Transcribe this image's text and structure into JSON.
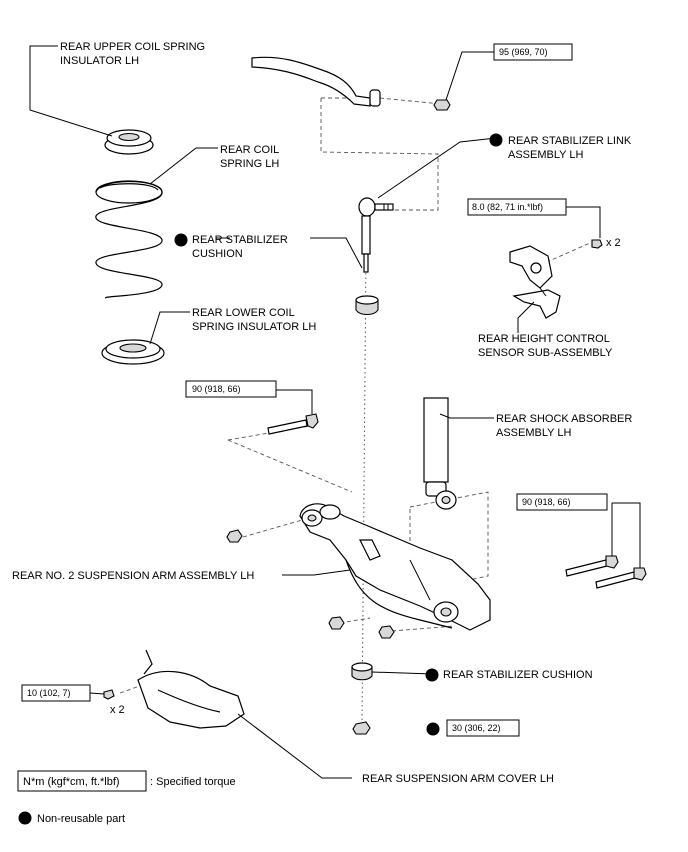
{
  "labels": {
    "upper_insulator_1": "REAR UPPER COIL SPRING",
    "upper_insulator_2": "INSULATOR LH",
    "coil_spring_1": "REAR COIL",
    "coil_spring_2": "SPRING LH",
    "stab_cushion_upper_1": "REAR STABILIZER",
    "stab_cushion_upper_2": "CUSHION",
    "lower_insulator_1": "REAR LOWER COIL",
    "lower_insulator_2": "SPRING INSULATOR LH",
    "stab_link_1": "REAR STABILIZER LINK",
    "stab_link_2": "ASSEMBLY LH",
    "height_sensor_1": "REAR HEIGHT CONTROL",
    "height_sensor_2": "SENSOR SUB-ASSEMBLY",
    "shock_1": "REAR SHOCK ABSORBER",
    "shock_2": "ASSEMBLY LH",
    "arm_assembly": "REAR NO. 2 SUSPENSION ARM ASSEMBLY LH",
    "stab_cushion_lower": "REAR STABILIZER CUSHION",
    "arm_cover": "REAR SUSPENSION ARM COVER LH"
  },
  "torques": {
    "stab_link_nut": "95 (969, 70)",
    "sensor_bolt": "8.0 (82, 71 in.*lbf)",
    "upper_bolt": "90 (918, 66)",
    "shock_bolts": "90 (918, 66)",
    "cover_bolt": "10 (102, 7)",
    "lower_nut": "30 (306, 22)"
  },
  "quantities": {
    "sensor_bolt_qty": "x 2",
    "cover_bolt_qty": "x 2"
  },
  "legend": {
    "torque_unit": "N*m (kgf*cm, ft.*lbf)",
    "torque_desc": ": Specified torque",
    "non_reusable": "Non-reusable part"
  }
}
